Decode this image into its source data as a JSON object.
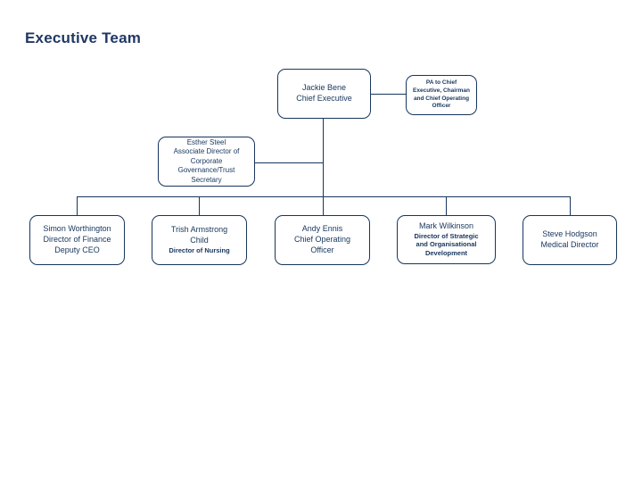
{
  "page": {
    "title": "Executive Team"
  },
  "colors": {
    "line_color": "#17365D",
    "text_color": "#17365D",
    "title_color": "#1F3864",
    "box_fill": "#ffffff"
  },
  "org_chart": {
    "nodes": {
      "chief_executive": {
        "lines": [
          "Jackie Bene",
          "Chief Executive"
        ]
      },
      "pa": {
        "lines": [
          "PA to Chief",
          "Executive, Chairman",
          "and Chief Operating",
          "Officer"
        ]
      },
      "trust_secretary": {
        "lines": [
          "Esther Steel",
          "Associate Director of",
          "Corporate",
          "Governance/Trust",
          "Secretary"
        ]
      },
      "finance": {
        "lines": [
          "Simon Worthington",
          "Director of Finance",
          "Deputy CEO"
        ]
      },
      "nursing": {
        "name_lines": [
          "Trish Armstrong",
          "Child"
        ],
        "role_lines": [
          "Director of Nursing"
        ]
      },
      "operations": {
        "lines": [
          "Andy Ennis",
          "Chief Operating",
          "Officer"
        ]
      },
      "strategy": {
        "name_lines": [
          "Mark Wilkinson"
        ],
        "role_lines": [
          "Director of Strategic",
          "and Organisational",
          "Development"
        ]
      },
      "medical": {
        "lines": [
          "Steve Hodgson",
          "Medical Director"
        ]
      }
    }
  }
}
